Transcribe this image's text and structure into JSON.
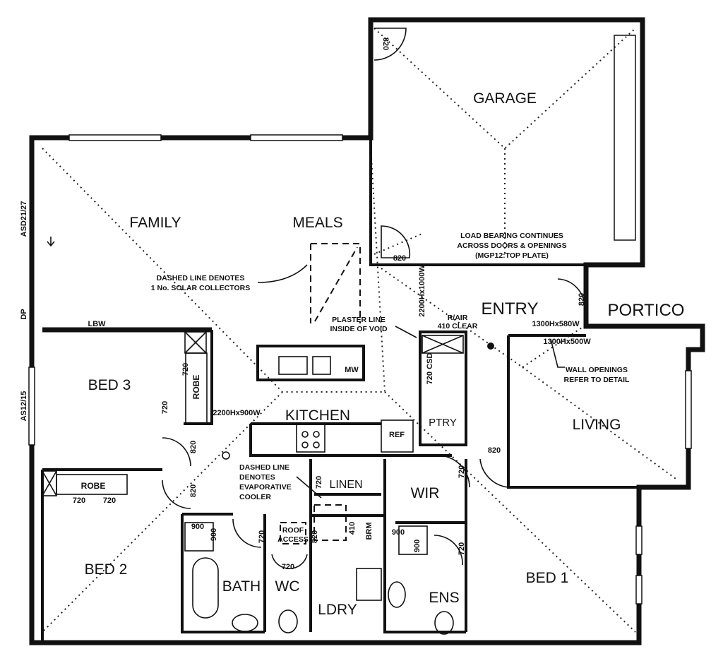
{
  "rooms": {
    "garage": "GARAGE",
    "family": "FAMILY",
    "meals": "MEALS",
    "bed3": "BED 3",
    "kitchen": "KITCHEN",
    "pantry": "PTRY",
    "entry": "ENTRY",
    "portico": "PORTICO",
    "living": "LIVING",
    "wir": "WIR",
    "bed2": "BED 2",
    "bath": "BATH",
    "wc": "WC",
    "laundry": "LDRY",
    "ensuite": "ENS",
    "bed1": "BED 1",
    "linen": "LINEN",
    "robe_bed3": "ROBE",
    "robe_bed2": "ROBE"
  },
  "fixtures": {
    "mw": "MW",
    "ref": "REF",
    "brm": "BRM",
    "lbw": "LBW"
  },
  "side_labels": {
    "asd": "ASD21/27",
    "dp": "DP",
    "as": "AS12/15"
  },
  "dimensions": {
    "d820": "820",
    "d720": "720",
    "d900": "900",
    "d410": "410",
    "csd": "720 CSD",
    "opening_1": "2200Hx1000W",
    "opening_2": "2200Hx900W",
    "opening_3": "1300Hx580W",
    "opening_4": "1300Hx500W"
  },
  "notes": {
    "solar": [
      "DASHED LINE DENOTES",
      "1 No. SOLAR COLLECTORS"
    ],
    "plaster": [
      "PLASTER LINE",
      "INSIDE OF VOID"
    ],
    "rair": [
      "R/AIR",
      "410 CLEAR"
    ],
    "load_bearing": [
      "LOAD BEARING CONTINUES",
      "ACROSS DOORS & OPENINGS",
      "(MGP12:TOP PLATE)"
    ],
    "wall_openings": [
      "WALL OPENINGS",
      "REFER TO DETAIL"
    ],
    "evap": [
      "DASHED LINE",
      "DENOTES",
      "EVAPORATIVE",
      "COOLER"
    ],
    "roof_access": [
      "ROOF",
      "ACCESS"
    ]
  }
}
